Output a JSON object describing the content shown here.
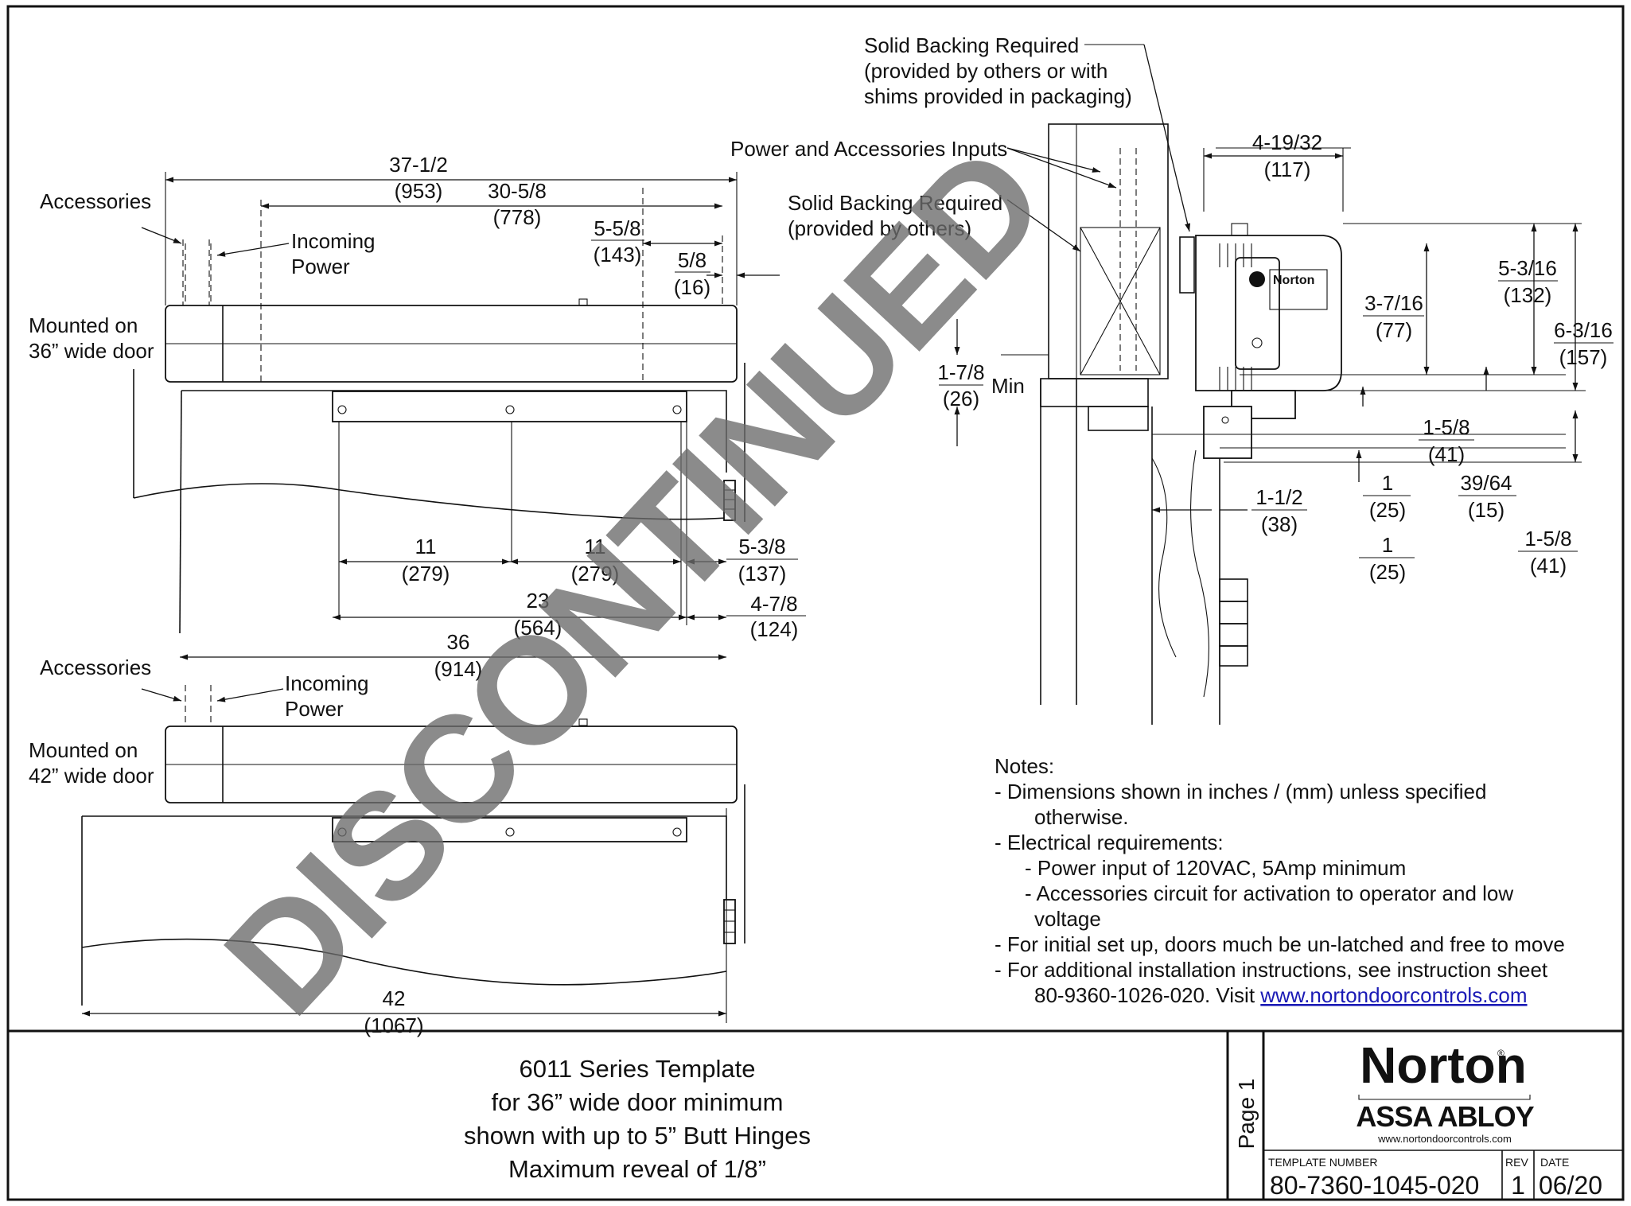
{
  "watermark": "DISCONTINUED",
  "elevation_36": {
    "accessories": "Accessories",
    "incoming_power_1": "Incoming",
    "incoming_power_2": "Power",
    "mounted_1": "Mounted on",
    "mounted_2": "36” wide door",
    "dims": {
      "d1_in": "37-1/2",
      "d1_mm": "(953)",
      "d2_in": "30-5/8",
      "d2_mm": "(778)",
      "d3_in": "5-5/8",
      "d3_mm": "(143)",
      "d4_in": "5/8",
      "d4_mm": "(16)",
      "d5_in": "11",
      "d5_mm": "(279)",
      "d6_in": "11",
      "d6_mm": "(279)",
      "d7_in": "5-3/8",
      "d7_mm": "(137)",
      "d8_in": "23",
      "d8_mm": "(564)",
      "d9_in": "4-7/8",
      "d9_mm": "(124)",
      "d10_in": "36",
      "d10_mm": "(914)"
    }
  },
  "elevation_42": {
    "accessories": "Accessories",
    "incoming_power_1": "Incoming",
    "incoming_power_2": "Power",
    "mounted_1": "Mounted on",
    "mounted_2": "42” wide door",
    "dims": {
      "d1_in": "42",
      "d1_mm": "(1067)"
    }
  },
  "section": {
    "backing_top_1": "Solid Backing Required",
    "backing_top_2": "(provided by others or with",
    "backing_top_3": "shims provided in packaging)",
    "power_inputs": "Power and Accessories Inputs",
    "backing_mid_1": "Solid Backing Required",
    "backing_mid_2": "(provided by others)",
    "unit_brand": "Norton",
    "min_label": "Min",
    "dims": {
      "s1_in": "4-19/32",
      "s1_mm": "(117)",
      "s2_in": "5-3/16",
      "s2_mm": "(132)",
      "s3_in": "3-7/16",
      "s3_mm": "(77)",
      "s4_in": "6-3/16",
      "s4_mm": "(157)",
      "s5_in": "1-7/8",
      "s5_mm": "(26)",
      "s6_in": "1-5/8",
      "s6_mm": "(41)",
      "s7_in": "1-1/2",
      "s7_mm": "(38)",
      "s8_in": "1",
      "s8_mm": "(25)",
      "s9_in": "39/64",
      "s9_mm": "(15)",
      "s10_in": "1",
      "s10_mm": "(25)",
      "s11_in": "1-5/8",
      "s11_mm": "(41)"
    }
  },
  "notes": {
    "heading": "Notes:",
    "l1": "- Dimensions shown in inches / (mm) unless specified",
    "l2": "otherwise.",
    "l3": "- Electrical requirements:",
    "l4": "- Power input of 120VAC, 5Amp minimum",
    "l5": "- Accessories circuit for activation to operator and low",
    "l6": "voltage",
    "l7": "- For initial set up, doors much be un-latched and free to move",
    "l8": "- For additional installation instructions, see instruction sheet",
    "l9": "80-9360-1026-020. Visit ",
    "link": "www.nortondoorcontrols.com"
  },
  "title_block": {
    "line1": "6011 Series Template",
    "line2": "for 36” wide door minimum",
    "line3": "shown with up to 5” Butt Hinges",
    "line4": "Maximum reveal of 1/8”",
    "page": "Page 1",
    "logo_brand": "Norton",
    "logo_sub": "ASSA ABLOY",
    "logo_url": "www.nortondoorcontrols.com",
    "template_label": "TEMPLATE NUMBER",
    "template_number": "80-7360-1045-020",
    "rev_label": "REV",
    "rev": "1",
    "date_label": "DATE",
    "date": "06/20"
  }
}
